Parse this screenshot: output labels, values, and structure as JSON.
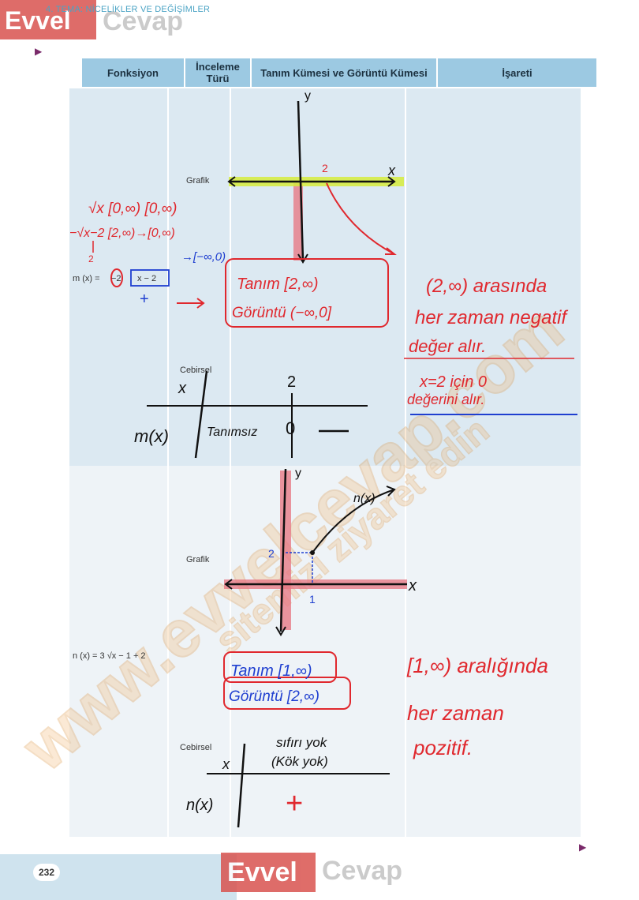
{
  "header": {
    "chapter": "4. TEMA: NİCELİKLER VE DEĞİŞİMLER"
  },
  "logo": {
    "brand_red": "Evvel",
    "brand_gray": "Cevap"
  },
  "watermark": {
    "main": "www.evvelcevap.com",
    "sub": "sitemizi ziyaret edin"
  },
  "table_header": {
    "col1": "Fonksiyon",
    "col2": "İnceleme Türü",
    "col3": "Tanım Kümesi  ve Görüntü Kümesi",
    "col4": "İşareti"
  },
  "row1": {
    "type_graph": "Grafik",
    "type_alg": "Cebirsel",
    "func_prefix": "m (x) = ",
    "func_coef": "−2",
    "func_rad": "x − 2",
    "func_plus": "+",
    "note_line1": "√x  [0,∞)  [0,∞)",
    "note_line2": "−√x−2  [2,∞)→[0,∞)",
    "note_line3": "→[−∞,0)",
    "note_2": "2",
    "tanim": "Tanım [2,∞)",
    "goruntu": "Görüntü (−∞,0]",
    "sign_text1": "(2,∞) arasında",
    "sign_text2": "her zaman negatif",
    "sign_text3": "değer alır.",
    "sign_text4": "x=2 için 0",
    "sign_text5": "değerini alır.",
    "graph_y": "y",
    "graph_x": "x",
    "graph_2": "2",
    "alg_x": "x",
    "alg_2": "2",
    "alg_mx": "m(x)",
    "alg_tanimsiz": "Tanımsız",
    "alg_zero": "0"
  },
  "row2": {
    "type_graph": "Grafik",
    "type_alg": "Cebirsel",
    "func": "n (x) = 3 √x − 1 + 2",
    "graph_label": "n(x)",
    "graph_y": "y",
    "graph_x": "x",
    "graph_2": "2",
    "graph_1": "1",
    "tanim": "Tanım [1,∞)",
    "goruntu": "Görüntü [2,∞)",
    "sign_text1": "[1,∞) aralığında",
    "sign_text2": "her zaman",
    "sign_text3": "pozitif.",
    "alg_x": "x",
    "alg_nx": "n(x)",
    "alg_sifir1": "sıfırı yok",
    "alg_sifir2": "(Kök yok)",
    "alg_plus": "+"
  },
  "footer": {
    "page_number": "232"
  },
  "colors": {
    "ink_red": "#e0282e",
    "ink_blue": "#1f3fd0",
    "header_blue": "#9cc9e2",
    "highlight_yellow": "#d6ec3c",
    "highlight_pink": "#e77b86"
  }
}
